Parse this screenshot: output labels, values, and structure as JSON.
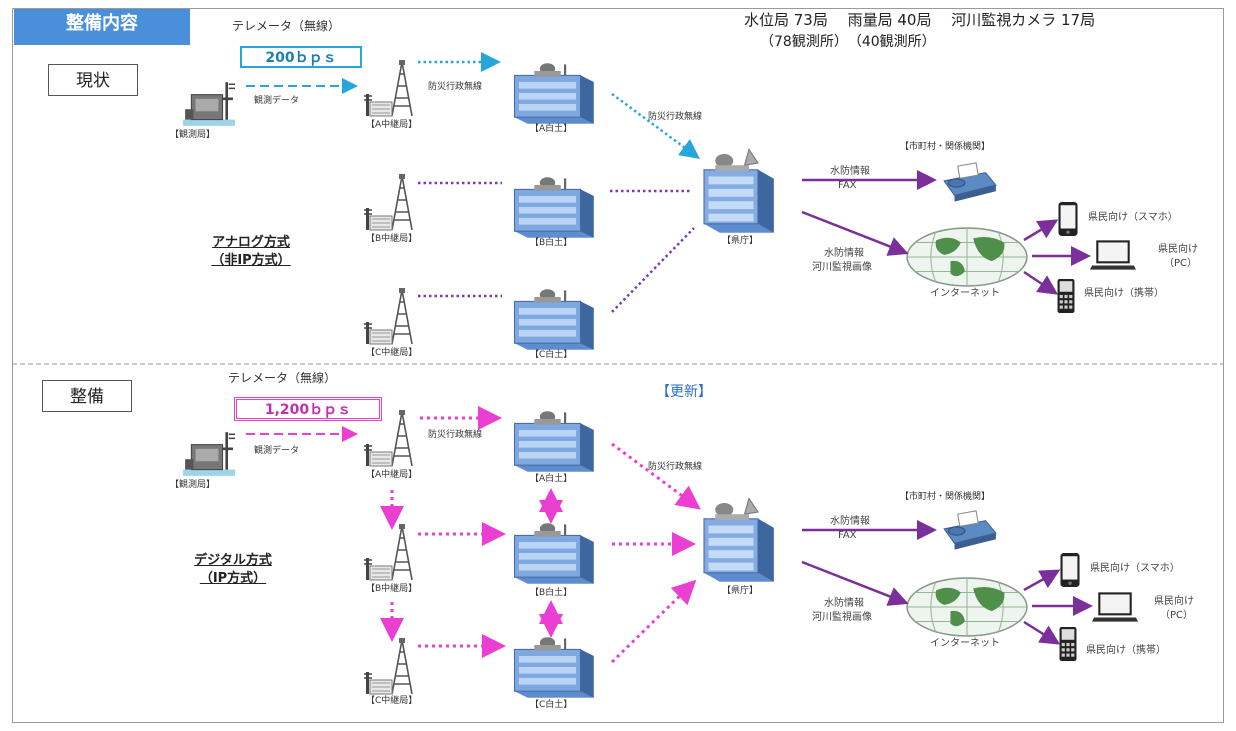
{
  "header": {
    "title": "整備内容",
    "counts_line1": "水位局 73局　 雨量局 40局　 河川監視カメラ 17局",
    "counts_line2": "（78観測所）　（40観測所）"
  },
  "current": {
    "section_label": "現状",
    "telemeter": "テレメータ（無線）",
    "rate": "200ｂｐｓ",
    "observation_data": "観測データ",
    "observation_station": "【観測局】",
    "relay_a": "【A中継局】",
    "relay_b": "【B中継局】",
    "relay_c": "【C中継局】",
    "office_a": "【A白土】",
    "office_b": "【B白土】",
    "office_c": "【C白土】",
    "radio_1": "防災行政無線",
    "radio_2": "防災行政無線",
    "method_line1": "アナログ方式",
    "method_line2": "（非IP方式）",
    "pref_office": "【県庁】",
    "municipal": "【市町村・関係機関】",
    "flood_info_fax_1": "水防情報",
    "flood_info_fax_2": "FAX",
    "flood_info_net_1": "水防情報",
    "flood_info_net_2": "河川監視画像",
    "internet": "インターネット",
    "smartphone": "県民向け（スマホ）",
    "pc_1": "県民向け",
    "pc_2": "（PC）",
    "mobile": "県民向け（携帯）"
  },
  "improved": {
    "section_label": "整備",
    "telemeter": "テレメータ（無線）",
    "rate": "1,200ｂｐｓ",
    "observation_data": "観測データ",
    "observation_station": "【観測局】",
    "relay_a": "【A中継局】",
    "relay_b": "【B中継局】",
    "relay_c": "【C中継局】",
    "office_a": "【A白土】",
    "office_b": "【B白土】",
    "office_c": "【C白土】",
    "radio_1": "防災行政無線",
    "radio_2": "防災行政無線",
    "update": "【更新】",
    "method_line1": "デジタル方式",
    "method_line2": "（IP方式）",
    "pref_office": "【県庁】",
    "municipal": "【市町村・関係機関】",
    "flood_info_fax_1": "水防情報",
    "flood_info_fax_2": "FAX",
    "flood_info_net_1": "水防情報",
    "flood_info_net_2": "河川監視画像",
    "internet": "インターネット",
    "smartphone": "県民向け（スマホ）",
    "pc_1": "県民向け",
    "pc_2": "（PC）",
    "mobile": "県民向け（携帯）"
  },
  "colors": {
    "header_blue": "#4a8fd9",
    "analog_cyan": "#27a6dc",
    "analog_purple": "#7a3fa6",
    "digital_magenta": "#ea3fd0",
    "output_purple": "#7a2f9a",
    "update_blue": "#2b6fd0"
  }
}
